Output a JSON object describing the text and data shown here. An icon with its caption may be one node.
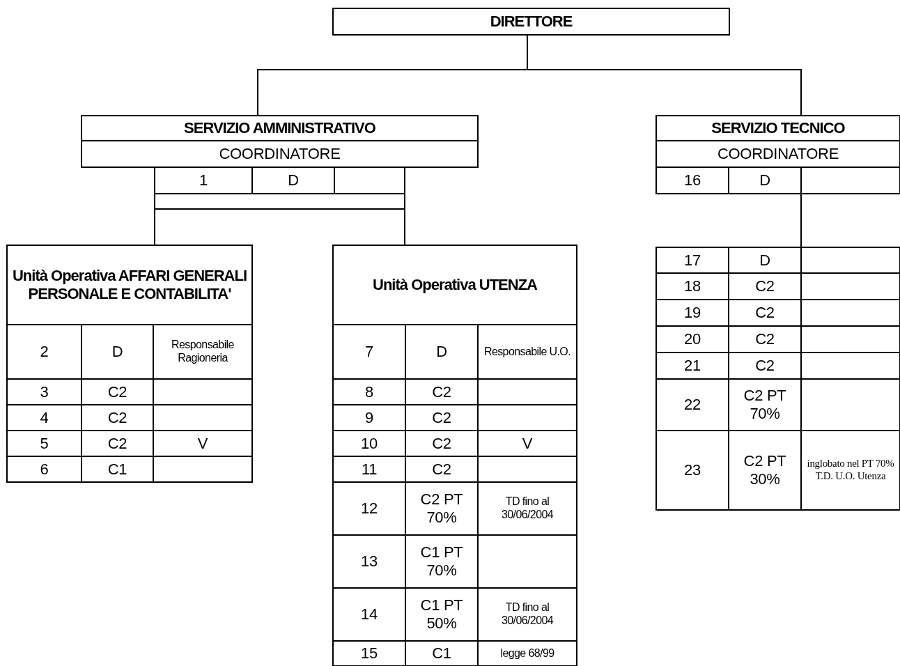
{
  "diagram": {
    "nodes": [
      {
        "text": [
          "DIRETTORE"
        ]
      },
      {
        "text": [
          "SERVIZIO AMMINISTRATIVO",
          "COORDINATORE",
          "1",
          "D"
        ]
      },
      {
        "text": [
          "SERVIZIO TECNICO",
          "COORDINATORE",
          "16",
          "D"
        ]
      },
      {
        "text": [
          "Unità Operativa AFFARI GENERALI PERSONALE E CONTABILITA'",
          "2",
          "D",
          "Responsabile Ragioneria",
          "3",
          "C2",
          "4",
          "C2",
          "5",
          "C2",
          "V",
          "6",
          "C1"
        ]
      },
      {
        "text": [
          "Unità Operativa UTENZA",
          "7",
          "D",
          "Responsabile U.O.",
          "8",
          "C2",
          "9",
          "C2",
          "10",
          "C2",
          "V",
          "11",
          "C2",
          "12",
          "C2 PT 70%",
          "TD fino al 30/06/2004",
          "13",
          "C1 PT 70%",
          "14",
          "C1 PT 50%",
          "TD fino al 30/06/2004",
          "15",
          "C1",
          "legge 68/99"
        ]
      },
      {
        "text": [
          "17",
          "D",
          "18",
          "C2",
          "19",
          "C2",
          "20",
          "C2",
          "21",
          "C2",
          "22",
          "C2 PT 70%",
          "23",
          "C2 PT 30%",
          "inglobato nel PT 70% T.D. U.O. Utenza"
        ]
      }
    ],
    "edges": [
      {
        "from": 0,
        "to": 1,
        "arrow": "none"
      },
      {
        "from": 0,
        "to": 2,
        "arrow": "none"
      },
      {
        "from": 1,
        "to": 3,
        "arrow": "none"
      },
      {
        "from": 1,
        "to": 4,
        "arrow": "none"
      },
      {
        "from": 2,
        "to": 5,
        "arrow": "none"
      }
    ]
  }
}
